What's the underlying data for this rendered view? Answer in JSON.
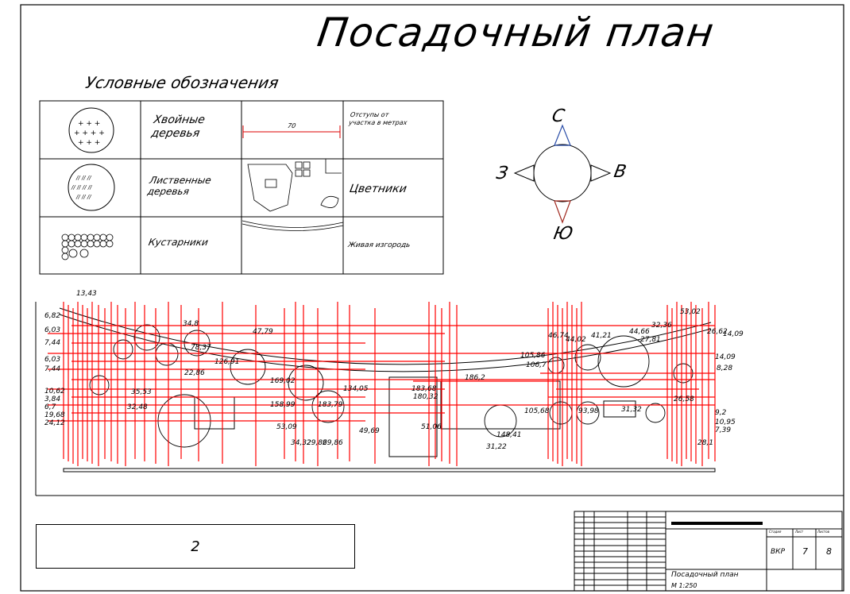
{
  "page": {
    "title": "Посадочный план",
    "sheet_number": "2"
  },
  "legend": {
    "heading": "Условные обозначения",
    "items": {
      "conifer": "Хвойные деревья",
      "deciduous": "Лиственные деревья",
      "shrubs": "Кустарники",
      "setbacks": "Отступы от участка в метрах",
      "setbacks_value": "70",
      "flowerbeds": "Цветники",
      "hedge": "Живая изгородь"
    }
  },
  "compass": {
    "north": "С",
    "south": "Ю",
    "west": "З",
    "east": "В",
    "north_color": "#2b4ea8",
    "south_color": "#a0281e"
  },
  "plan": {
    "dimension_color": "#ff0000",
    "labels": [
      "6,82",
      "6,03",
      "7,44",
      "6,03",
      "7,44",
      "10,62",
      "3,84",
      "6,7",
      "19,68",
      "24,12",
      "13,43",
      "126,91",
      "47,79",
      "78,37",
      "22,86",
      "34,8",
      "35,53",
      "32,48",
      "169,02",
      "158,99",
      "183,79",
      "134,05",
      "53,09",
      "34,32",
      "29,86",
      "29,86",
      "49,69",
      "183,68",
      "180,32",
      "186,2",
      "51,06",
      "31,22",
      "148,41",
      "105,86",
      "105,68",
      "93,98",
      "106,7",
      "46,74",
      "44,02",
      "41,21",
      "44,66",
      "27,81",
      "32,36",
      "53,02",
      "26,62",
      "14,09",
      "14,09",
      "8,28",
      "31,32",
      "26,58",
      "9,2",
      "10,95",
      "7,39",
      "28,1"
    ]
  },
  "title_block": {
    "drawing_name": "Посадочный план",
    "scale": "М 1:250",
    "stage": "ВКР",
    "sheet": "7",
    "sheets": "8",
    "col_stage": "Стадия",
    "col_sheet": "Лист",
    "col_sheets": "Листов"
  }
}
